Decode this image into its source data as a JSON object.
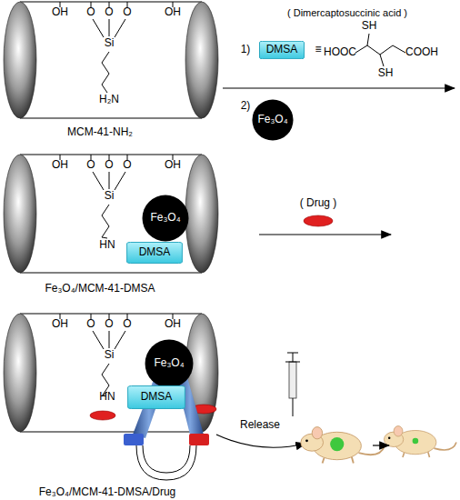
{
  "diagram": {
    "nodes": [
      {
        "text": [
          "DMSA"
        ]
      },
      {
        "text": [
          "Fe₃O₄"
        ]
      },
      {
        "text": [
          "Fe₃O₄"
        ]
      },
      {
        "text": [
          "DMSA"
        ]
      },
      {
        "text": [
          "Fe₃O₄"
        ]
      },
      {
        "text": [
          "DMSA"
        ]
      }
    ],
    "labels": [
      "OH",
      "O",
      "O",
      "O",
      "Si",
      "OH",
      "H₂N",
      "MCM-41-NH₂",
      "( Dimercaptosuccinic acid )",
      "1)",
      "≡",
      "SH",
      "HOOC",
      "COOH",
      "SH",
      "2)",
      "OH",
      "O",
      "O",
      "O",
      "Si",
      "OH",
      "HN",
      "Fe₃O₄/MCM-41-DMSA",
      "( Drug )",
      "OH",
      "O",
      "O",
      "O",
      "Si",
      "OH",
      "HN",
      "Fe₃O₄/MCM-41-DMSA/Drug",
      "Release"
    ]
  }
}
